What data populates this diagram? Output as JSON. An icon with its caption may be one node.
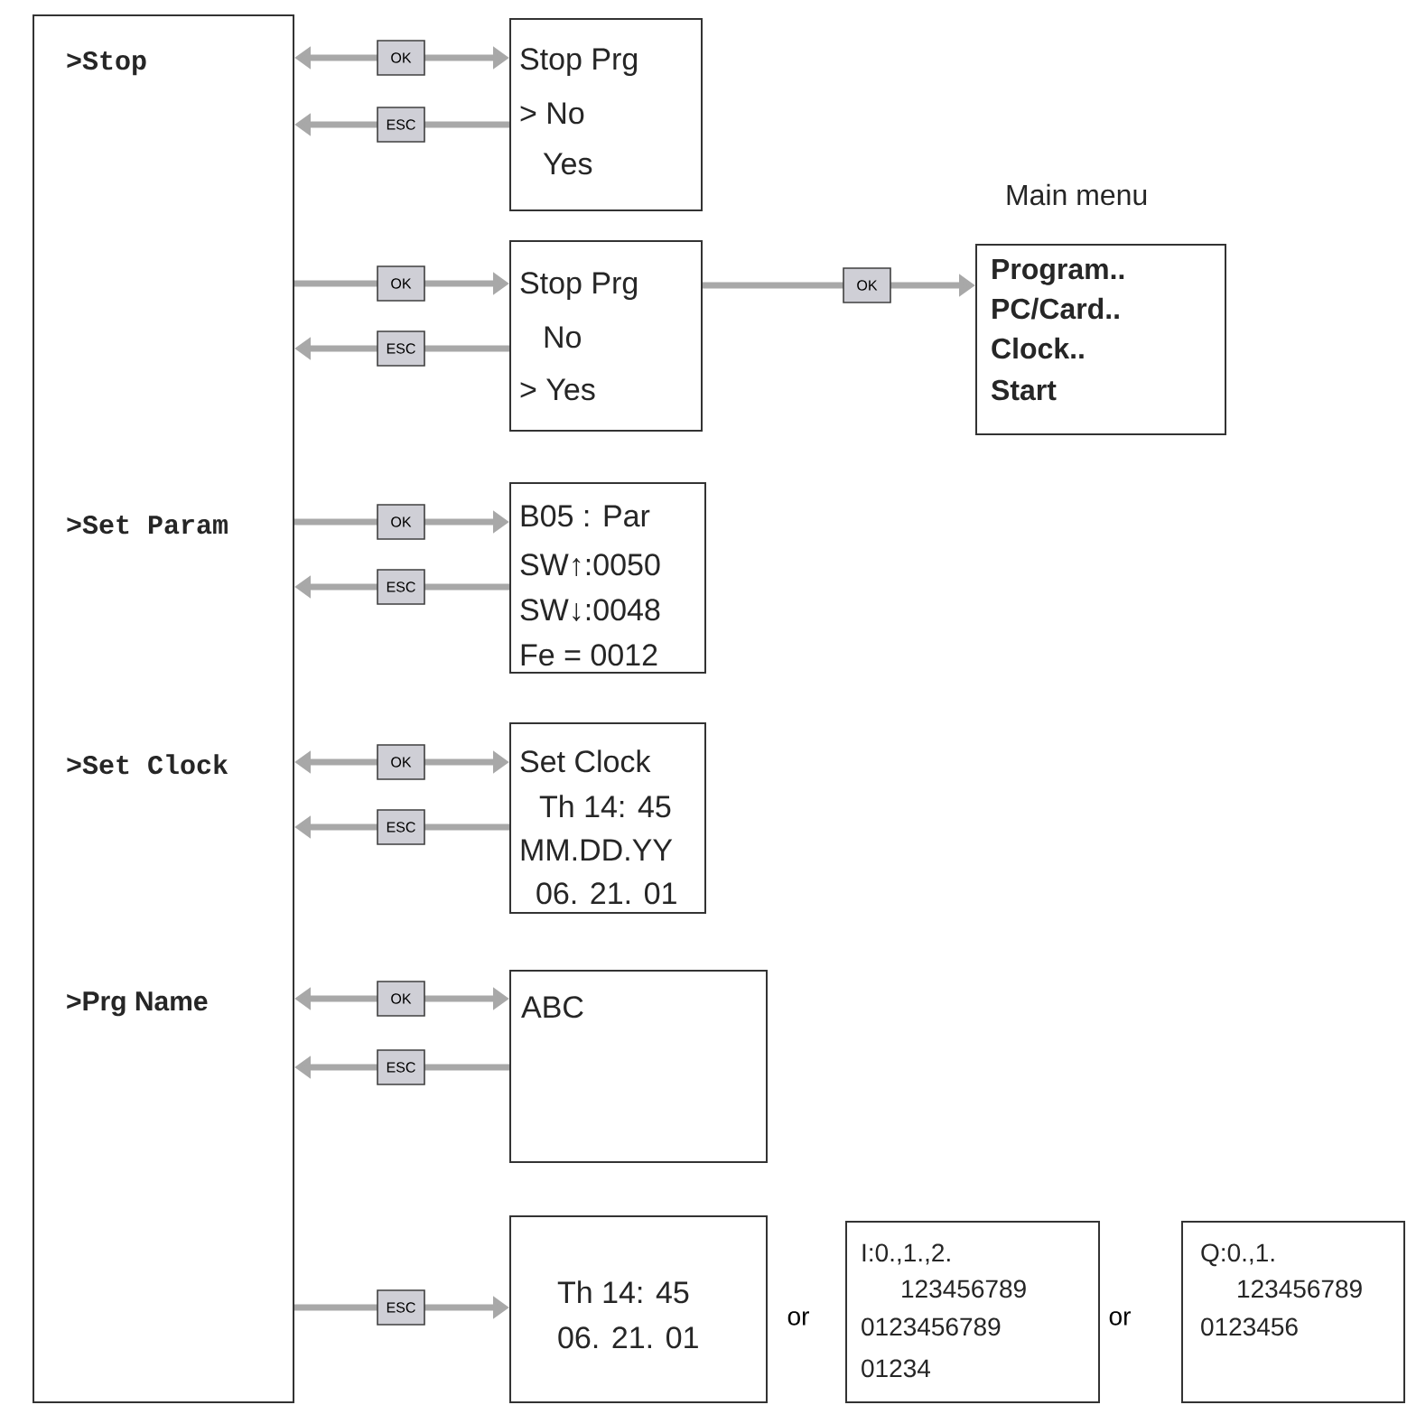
{
  "diagram": {
    "nodes": [
      {
        "text": [
          ">Stop",
          ">Set Param",
          ">Set Clock",
          ">Prg Name"
        ]
      },
      {
        "text": [
          "Stop Prg",
          "> No",
          "Yes"
        ]
      },
      {
        "text": [
          "Stop Prg",
          "No",
          "> Yes"
        ]
      },
      {
        "text": [
          "Main menu",
          "Program..",
          "PC/Card..",
          "Clock..",
          "Start"
        ]
      },
      {
        "text": [
          "B05 : Par",
          "SW↑:0050",
          "SW↓:0048",
          "Fe = 0012"
        ]
      },
      {
        "text": [
          "Set Clock",
          "Th 14: 45",
          "MM.DD.YY",
          "06. 21. 01"
        ]
      },
      {
        "text": [
          "ABC"
        ]
      },
      {
        "text": [
          "Th 14: 45",
          "06. 21. 01"
        ]
      },
      {
        "text": [
          "I:0.,1.,2.",
          "123456789",
          "0123456789",
          "01234"
        ]
      },
      {
        "text": [
          "Q:0.,1.",
          "123456789",
          "0123456"
        ]
      }
    ],
    "edges": [
      {
        "from": 0,
        "to": 1,
        "arrow": "both",
        "label": "OK"
      },
      {
        "from": 1,
        "to": 0,
        "arrow": "to",
        "label": "ESC"
      },
      {
        "from": 0,
        "to": 2,
        "arrow": "to",
        "label": "OK"
      },
      {
        "from": 2,
        "to": 0,
        "arrow": "to",
        "label": "ESC"
      },
      {
        "from": 2,
        "to": 3,
        "arrow": "to",
        "label": "OK"
      },
      {
        "from": 0,
        "to": 4,
        "arrow": "to",
        "label": "OK"
      },
      {
        "from": 4,
        "to": 0,
        "arrow": "to",
        "label": "ESC"
      },
      {
        "from": 0,
        "to": 5,
        "arrow": "both",
        "label": "OK"
      },
      {
        "from": 5,
        "to": 0,
        "arrow": "to",
        "label": "ESC"
      },
      {
        "from": 0,
        "to": 6,
        "arrow": "both",
        "label": "OK"
      },
      {
        "from": 6,
        "to": 0,
        "arrow": "to",
        "label": "ESC"
      },
      {
        "from": 0,
        "to": 7,
        "arrow": "to",
        "label": "ESC"
      }
    ],
    "labels": [
      "or",
      "or"
    ]
  }
}
